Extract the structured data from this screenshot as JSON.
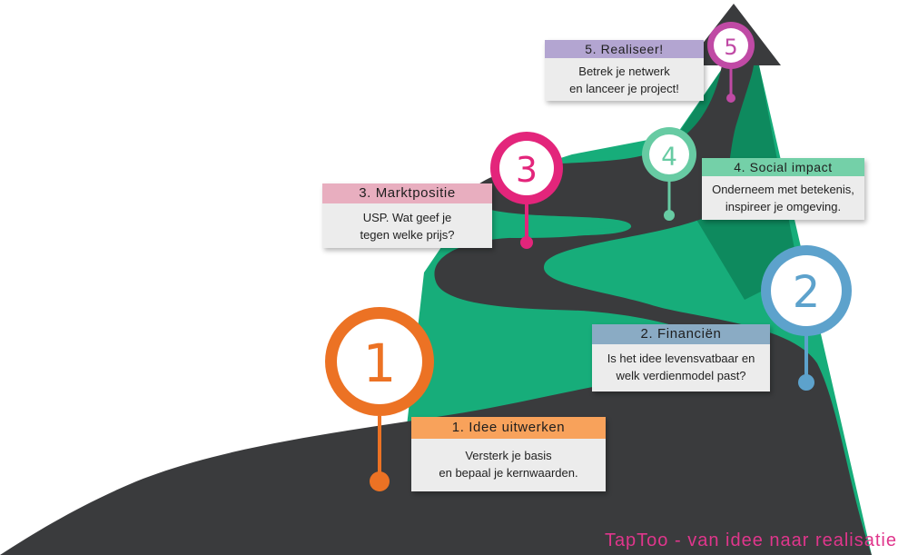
{
  "steps": [
    {
      "number": "1",
      "title": "1. Idee uitwerken",
      "lines": [
        "Versterk je basis",
        "en bepaal je kernwaarden."
      ],
      "color": "#ec7224",
      "header_color": "#f8a25b"
    },
    {
      "number": "2",
      "title": "2. Financiën",
      "lines": [
        "Is het idee levensvatbaar en",
        "welk verdienmodel past?"
      ],
      "color": "#5da2cc",
      "header_color": "#8aabc4"
    },
    {
      "number": "3",
      "title": "3. Marktpositie",
      "lines": [
        "USP. Wat geef je",
        "tegen welke prijs?"
      ],
      "color": "#e3257b",
      "header_color": "#e8aebf"
    },
    {
      "number": "4",
      "title": "4. Social impact",
      "lines": [
        "Onderneem met betekenis,",
        "inspireer je omgeving."
      ],
      "color": "#67cba3",
      "header_color": "#74d0a8"
    },
    {
      "number": "5",
      "title": "5. Realiseer!",
      "lines": [
        "Betrek je netwerk",
        "en lanceer je project!"
      ],
      "color": "#c04aa5",
      "header_color": "#b3a5d1"
    }
  ],
  "footer": "TapToo - van idee naar realisatie",
  "colors": {
    "mountain": "#17ad7a",
    "mountain_dark": "#0e8a5e",
    "road": "#3a3b3d"
  }
}
